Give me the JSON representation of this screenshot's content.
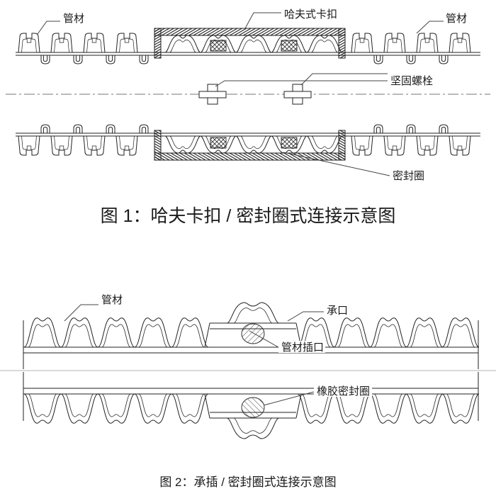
{
  "figure1": {
    "caption": "图 1：哈夫卡扣 / 密封圈式连接示意图",
    "labels": {
      "pipe_left": "管材",
      "clamp": "哈夫式卡扣",
      "pipe_right": "管材",
      "bolt": "坚固螺栓",
      "seal": "密封圈"
    }
  },
  "figure2": {
    "caption": "图 2：承插 / 密封圈式连接示意图",
    "labels": {
      "pipe": "管材",
      "socket": "承口",
      "spigot": "管材插口",
      "rubber_seal": "橡胶密封圈"
    }
  },
  "colors": {
    "line": "#222222",
    "clamp_band": "#1d1d1d",
    "background": "#ffffff"
  }
}
